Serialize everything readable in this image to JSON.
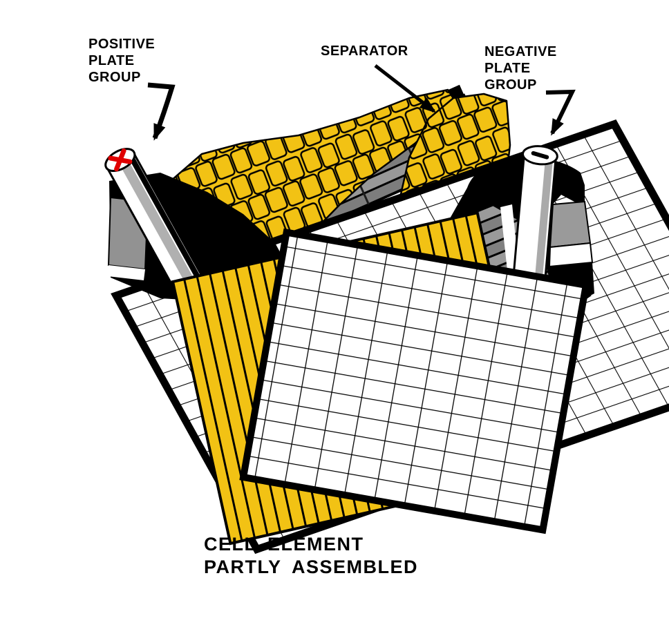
{
  "figure": {
    "labels": {
      "positive_plate_group": "POSITIVE\nPLATE\nGROUP",
      "separator": "SEPARATOR",
      "negative_plate_group": "NEGATIVE\nPLATE\nGROUP",
      "caption": "CELL ELEMENT\nPARTLY ASSEMBLED"
    },
    "colors": {
      "separator_yellow": "#F2C214",
      "plate_white": "#FFFFFF",
      "outline_black": "#000000",
      "plate_gray": "#8F8F8F",
      "positive_mark_red": "#E00000"
    }
  }
}
